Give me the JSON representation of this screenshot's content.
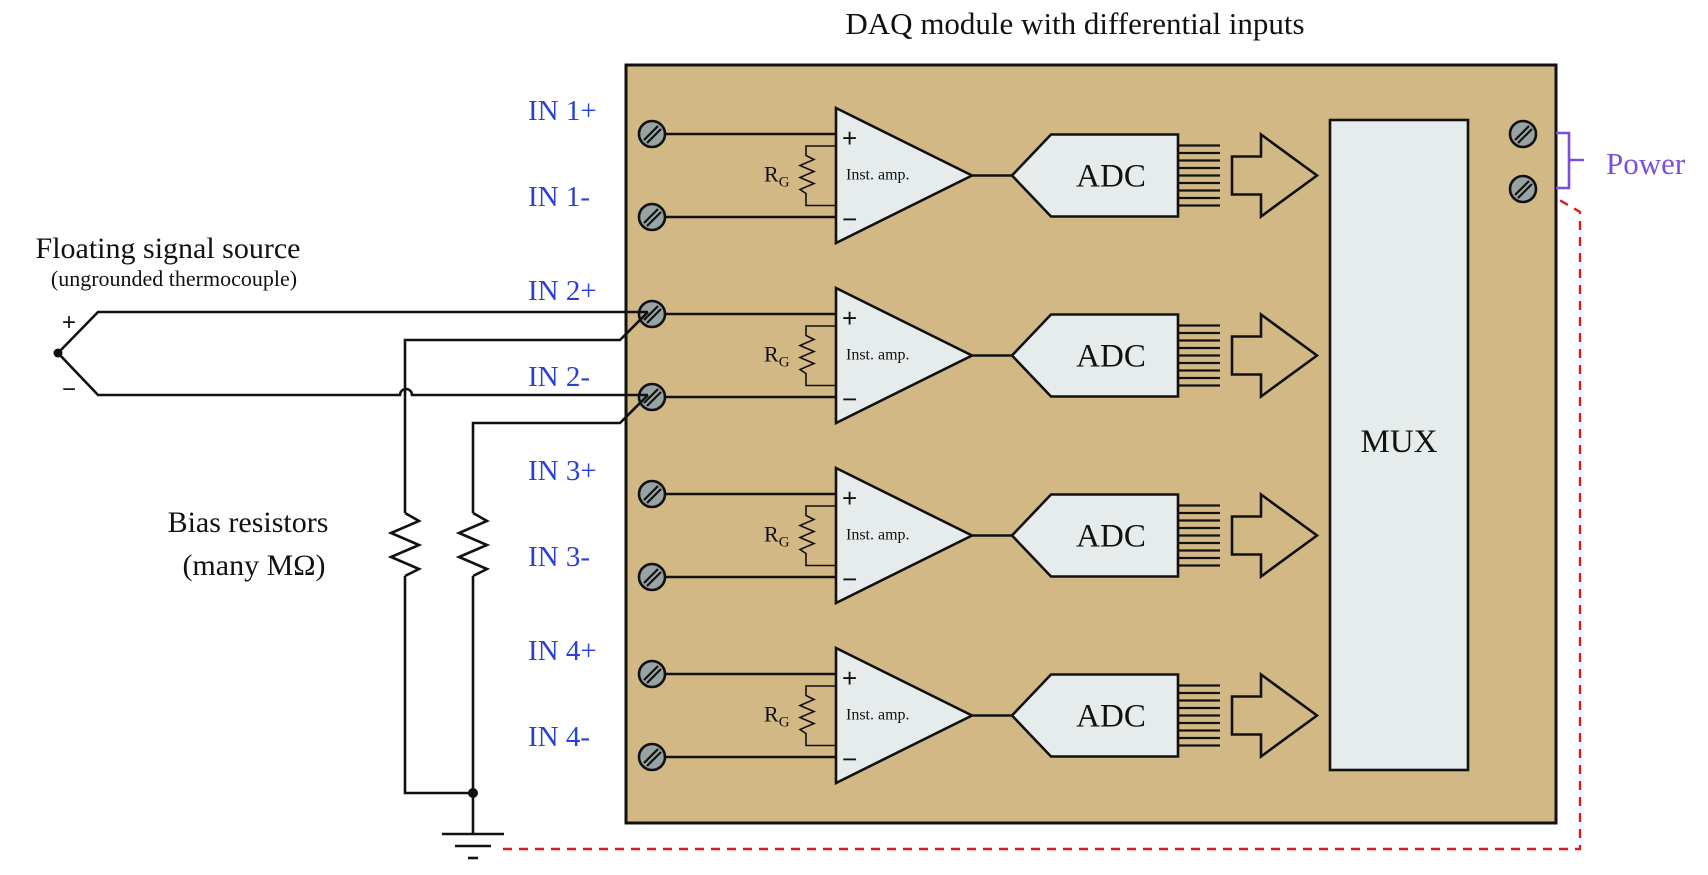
{
  "title": "DAQ module with differential inputs",
  "source": {
    "title": "Floating signal source",
    "subtitle": "(ungrounded thermocouple)",
    "plus": "+",
    "minus": "−"
  },
  "bias": {
    "line1": "Bias resistors",
    "line2": "(many MΩ)"
  },
  "channels": [
    {
      "plus_label": "IN 1+",
      "minus_label": "IN 1-"
    },
    {
      "plus_label": "IN 2+",
      "minus_label": "IN 2-"
    },
    {
      "plus_label": "IN 3+",
      "minus_label": "IN 3-"
    },
    {
      "plus_label": "IN 4+",
      "minus_label": "IN 4-"
    }
  ],
  "amp": {
    "label": "Inst. amp.",
    "rg_main": "R",
    "rg_sub": "G",
    "plus": "+",
    "minus": "−"
  },
  "adc_label": "ADC",
  "mux_label": "MUX",
  "power_label": "Power",
  "colors": {
    "module_fill": "#d2b884",
    "block_fill": "#e6ecec",
    "input_label": "#2a3fd6",
    "power_label": "#7a4fe0",
    "ground_dash": "#d42020",
    "terminal": "#9aa3a3"
  }
}
